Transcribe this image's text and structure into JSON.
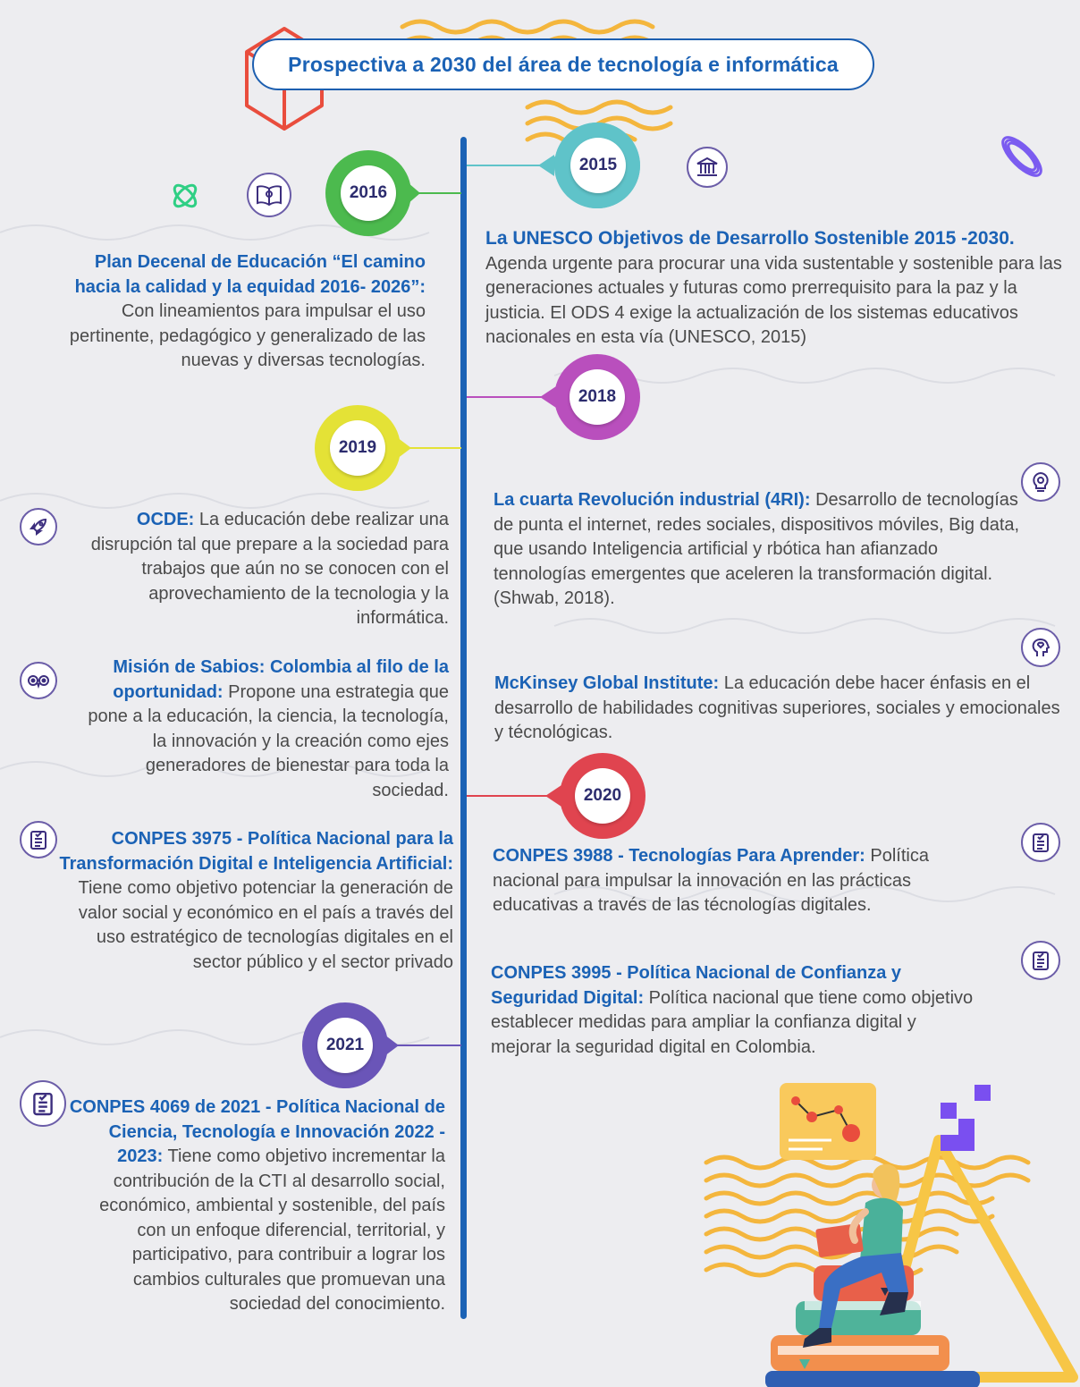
{
  "title": "Prospectiva  a 2030 del área de tecnología e informática",
  "colors": {
    "accent": "#1b62b5",
    "y2015": "#5fc3c9",
    "y2016": "#4cba4e",
    "y2018": "#b94fbd",
    "y2019": "#e4e236",
    "y2020": "#e0444f",
    "y2021": "#6a55b8"
  },
  "years": {
    "y2015": "2015",
    "y2016": "2016",
    "y2018": "2018",
    "y2019": "2019",
    "y2020": "2020",
    "y2021": "2021"
  },
  "entries": {
    "unesco": {
      "heading": "La UNESCO Objetivos de Desarrollo Sostenible 2015 -2030.",
      "body": "Agenda urgente para procurar una vida sustentable y sostenible para las generaciones actuales y futuras como prerrequisito para la paz y la justicia. El ODS 4 exige la actualización de los sistemas educativos nacionales en esta vía (UNESCO, 2015)"
    },
    "plan_decenal": {
      "heading": "Plan Decenal de Educación “El camino hacia la calidad y la equidad 2016- 2026”:",
      "body": " Con lineamientos para impulsar el uso pertinente, pedagógico y generalizado de las nuevas y diversas tecnologías."
    },
    "cuarta_revolucion": {
      "heading": "La cuarta Revolución industrial (4RI):",
      "body": " Desarrollo de tecnologías de punta el internet, redes sociales, dispositivos móviles, Big data, que usando Inteligencia artificial y rbótica han afianzado tennologías emergentes que aceleren la transformación digital. (Shwab, 2018)."
    },
    "ocde": {
      "heading": "OCDE:",
      "body": " La educación debe realizar una disrupción tal que prepare a la sociedad para trabajos que aún no se conocen con el aprovechamiento de la tecnologia y la informática."
    },
    "mckinsey": {
      "heading": "McKinsey Global Institute:",
      "body": " La educación debe hacer énfasis en el desarrollo de habilidades cognitivas superiores, sociales y emocionales y técnológicas."
    },
    "mision_sabios": {
      "heading": "Misión de Sabios: Colombia al filo de la oportunidad:",
      "body": " Propone una estrategia que pone a la educación, la ciencia, la tecnología, la innovación y la creación como ejes generadores de bienestar para toda la sociedad."
    },
    "conpes_3975": {
      "heading": "CONPES 3975 - Política Nacional para la Transformación Digital e Inteligencia Artificial:",
      "body": " Tiene como objetivo potenciar la generación de valor social y económico en el país a través del uso estratégico de tecnologías digitales en el sector público y el sector privado"
    },
    "conpes_3988": {
      "heading": "CONPES 3988 - Tecnologías Para Aprender:",
      "body": " Política nacional para impulsar la innovación en las prácticas educativas a través de las técnologías digitales."
    },
    "conpes_3995": {
      "heading": "CONPES 3995 - Política Nacional de Confianza y Seguridad Digital:",
      "body": " Política nacional que tiene como objetivo establecer medidas para ampliar la confianza digital y mejorar la seguridad digital en Colombia."
    },
    "conpes_4069": {
      "heading": "CONPES 4069 de 2021 - Política Nacional de Ciencia, Tecnología e Innovación 2022 - 2023:",
      "body": " Tiene como objetivo incrementar la contribución de la CTI al desarrollo social, económico, ambiental y sostenible, del país con un enfoque diferencial, territorial, y participativo, para contribuir a lograr los cambios culturales que promuevan una sociedad del conocimiento."
    }
  },
  "icons": {
    "unesco": "bank-building-icon",
    "plan_decenal": "open-book-icon",
    "cuarta_revolucion": "lightbulb-gear-icon",
    "ocde": "rocket-icon",
    "mckinsey": "head-heart-icon",
    "mision_sabios": "owl-icon",
    "conpes": "checklist-document-icon"
  }
}
